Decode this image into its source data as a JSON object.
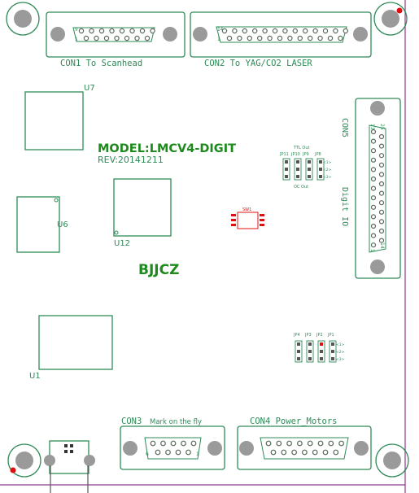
{
  "colors": {
    "silkscreen": "#2e8b57",
    "board_edge": "#8b3a8b",
    "marker": "#e01010",
    "smd_pad": "#e01010",
    "hole": "#9a9a9a"
  },
  "labels": {
    "con1": "CON1  To Scanhead",
    "con2": "CON2   To YAG/CO2 LASER",
    "con3": "CON3",
    "con3_desc": "Mark on the fly",
    "con4": "CON4  Power_Motors",
    "con5": "CON5",
    "digit_io": "Digit IO",
    "u7": "U7",
    "u6": "U6",
    "u12": "U12",
    "u1": "U1",
    "model": "MODEL:LMCV4-DIGIT",
    "rev": "REV:20141211",
    "brand": "BJJCZ",
    "sw": "SW1",
    "ttl_out": "TTL Out",
    "oc_out": "OC  Out",
    "jp_top": [
      "JP11",
      "JP10",
      "JP9",
      "JP8"
    ],
    "jp_bottom": [
      "JP4",
      "JP3",
      "JP2",
      "JP1"
    ],
    "pin_marks": [
      "<1>",
      "<2>",
      "<3>"
    ]
  },
  "pin_numbers": {
    "con1": {
      "first": "9",
      "last": "1"
    },
    "con2": {
      "first": "14",
      "last": "1"
    },
    "con3": {
      "first": "6",
      "last": "1"
    },
    "con5": {
      "first": "13",
      "last": "25",
      "bottom_first": "14",
      "bottom_last": "1"
    }
  },
  "connectors": [
    {
      "id": "con1",
      "type": "DB15"
    },
    {
      "id": "con2",
      "type": "DB25"
    },
    {
      "id": "con3",
      "type": "DB9"
    },
    {
      "id": "con4",
      "type": "DB15"
    },
    {
      "id": "con5",
      "type": "DB25"
    }
  ]
}
